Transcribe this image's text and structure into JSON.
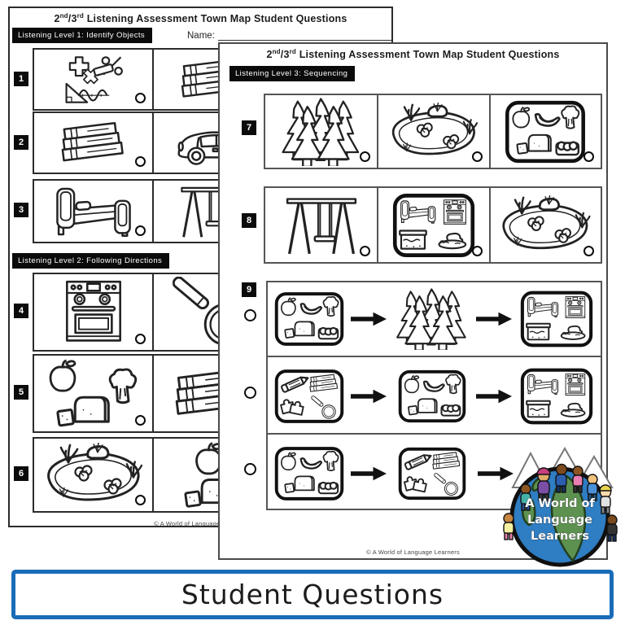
{
  "worksheet_title": {
    "p1": "2",
    "sup1": "nd",
    "p2": "/3",
    "sup2": "rd",
    "p3": " Listening Assessment Town Map Student Questions"
  },
  "back_page": {
    "name_label": "Name:",
    "section1_label": "Listening Level 1: Identify Objects",
    "section2_label": "Listening  Level 2: Following Directions",
    "footer": "© A World of Language Learners",
    "rows": [
      {
        "number": "1",
        "left_icon": "math-symbols",
        "right_icon": "stack-of-books"
      },
      {
        "number": "2",
        "left_icon": "stack-of-books",
        "right_icon": "car"
      },
      {
        "number": "3",
        "left_icon": "bed",
        "right_icon": "swing-set"
      },
      {
        "number": "4",
        "left_icon": "stove",
        "right_icon": "magnifying-glass"
      },
      {
        "number": "5",
        "left_icon": "apple-bread-broccoli",
        "right_icon": "stack-of-books"
      },
      {
        "number": "6",
        "left_icon": "pond",
        "right_icon": "apple-and-bread"
      }
    ]
  },
  "front_page": {
    "section_label": "Listening Level 3: Sequencing",
    "footer": "© A World of Language Learners",
    "rows": [
      {
        "number": "7",
        "icons": [
          "forest",
          "pond",
          "groceries"
        ]
      },
      {
        "number": "8",
        "icons": [
          "swing-set",
          "home-items",
          "pond"
        ]
      }
    ],
    "sequencing_row": {
      "number": "9",
      "options": [
        {
          "sequence": [
            "groceries",
            "forest",
            "home-items"
          ]
        },
        {
          "sequence": [
            "school-items",
            "groceries",
            "home-items"
          ]
        },
        {
          "sequence": [
            "groceries",
            "school-items"
          ]
        }
      ]
    }
  },
  "logo": {
    "line1": "A World of",
    "line2": "Language",
    "line3": "Learners"
  },
  "banner": {
    "label": "Student Questions",
    "border_color": "#1a6cb8"
  }
}
